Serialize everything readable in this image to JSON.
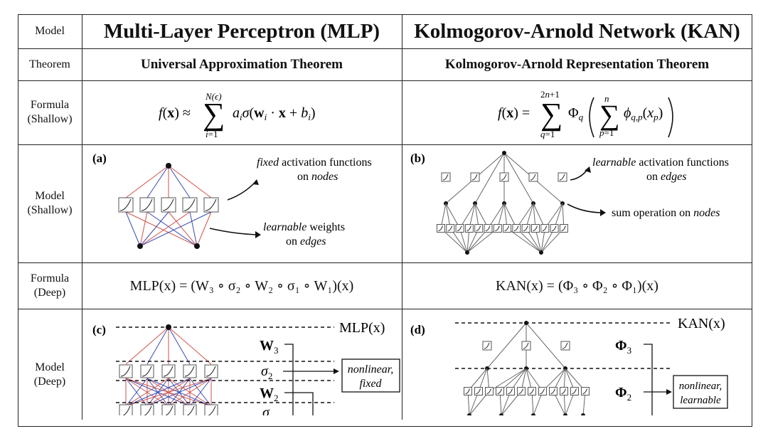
{
  "row_labels": {
    "model": "Model",
    "theorem": "Theorem",
    "formula_shallow": "Formula\n(Shallow)",
    "model_shallow": "Model\n(Shallow)",
    "formula_deep": "Formula\n(Deep)",
    "model_deep": "Model\n(Deep)"
  },
  "mlp": {
    "title": "Multi-Layer Perceptron (MLP)",
    "theorem": "Universal Approximation Theorem",
    "formula_deep": "MLP(x) = (W₃ ∘ σ₂ ∘ W₂ ∘ σ₁ ∘ W₁)(x)",
    "panel_a": "(a)",
    "panel_c": "(c)",
    "ann_fixed_1": "fixed",
    "ann_fixed_2": " activation functions",
    "ann_fixed_3": "on ",
    "ann_fixed_4": "nodes",
    "ann_learn_1": "learnable",
    "ann_learn_2": " weights",
    "ann_learn_3": "on ",
    "ann_learn_4": "edges",
    "deep_out": "MLP(x)",
    "deep_w3": "W",
    "deep_s2": "σ",
    "deep_w2": "W",
    "deep_s1": "σ",
    "box_line1": "nonlinear,",
    "box_line2": "fixed"
  },
  "kan": {
    "title": "Kolmogorov-Arnold Network (KAN)",
    "theorem": "Kolmogorov-Arnold Representation Theorem",
    "formula_deep": "KAN(x) = (Φ₃ ∘ Φ₂ ∘ Φ₁)(x)",
    "panel_b": "(b)",
    "panel_d": "(d)",
    "ann_learn_1": "learnable",
    "ann_learn_2": " activation functions",
    "ann_learn_3": "on ",
    "ann_learn_4": "edges",
    "ann_sum_1": "sum operation on ",
    "ann_sum_2": "nodes",
    "deep_out": "KAN(x)",
    "deep_phi3": "Φ",
    "deep_phi2": "Φ",
    "box_line1": "nonlinear,",
    "box_line2": "learnable"
  },
  "colors": {
    "red_edge": "#d0524a",
    "blue_edge": "#3a4bb0",
    "grid": "#222222"
  }
}
